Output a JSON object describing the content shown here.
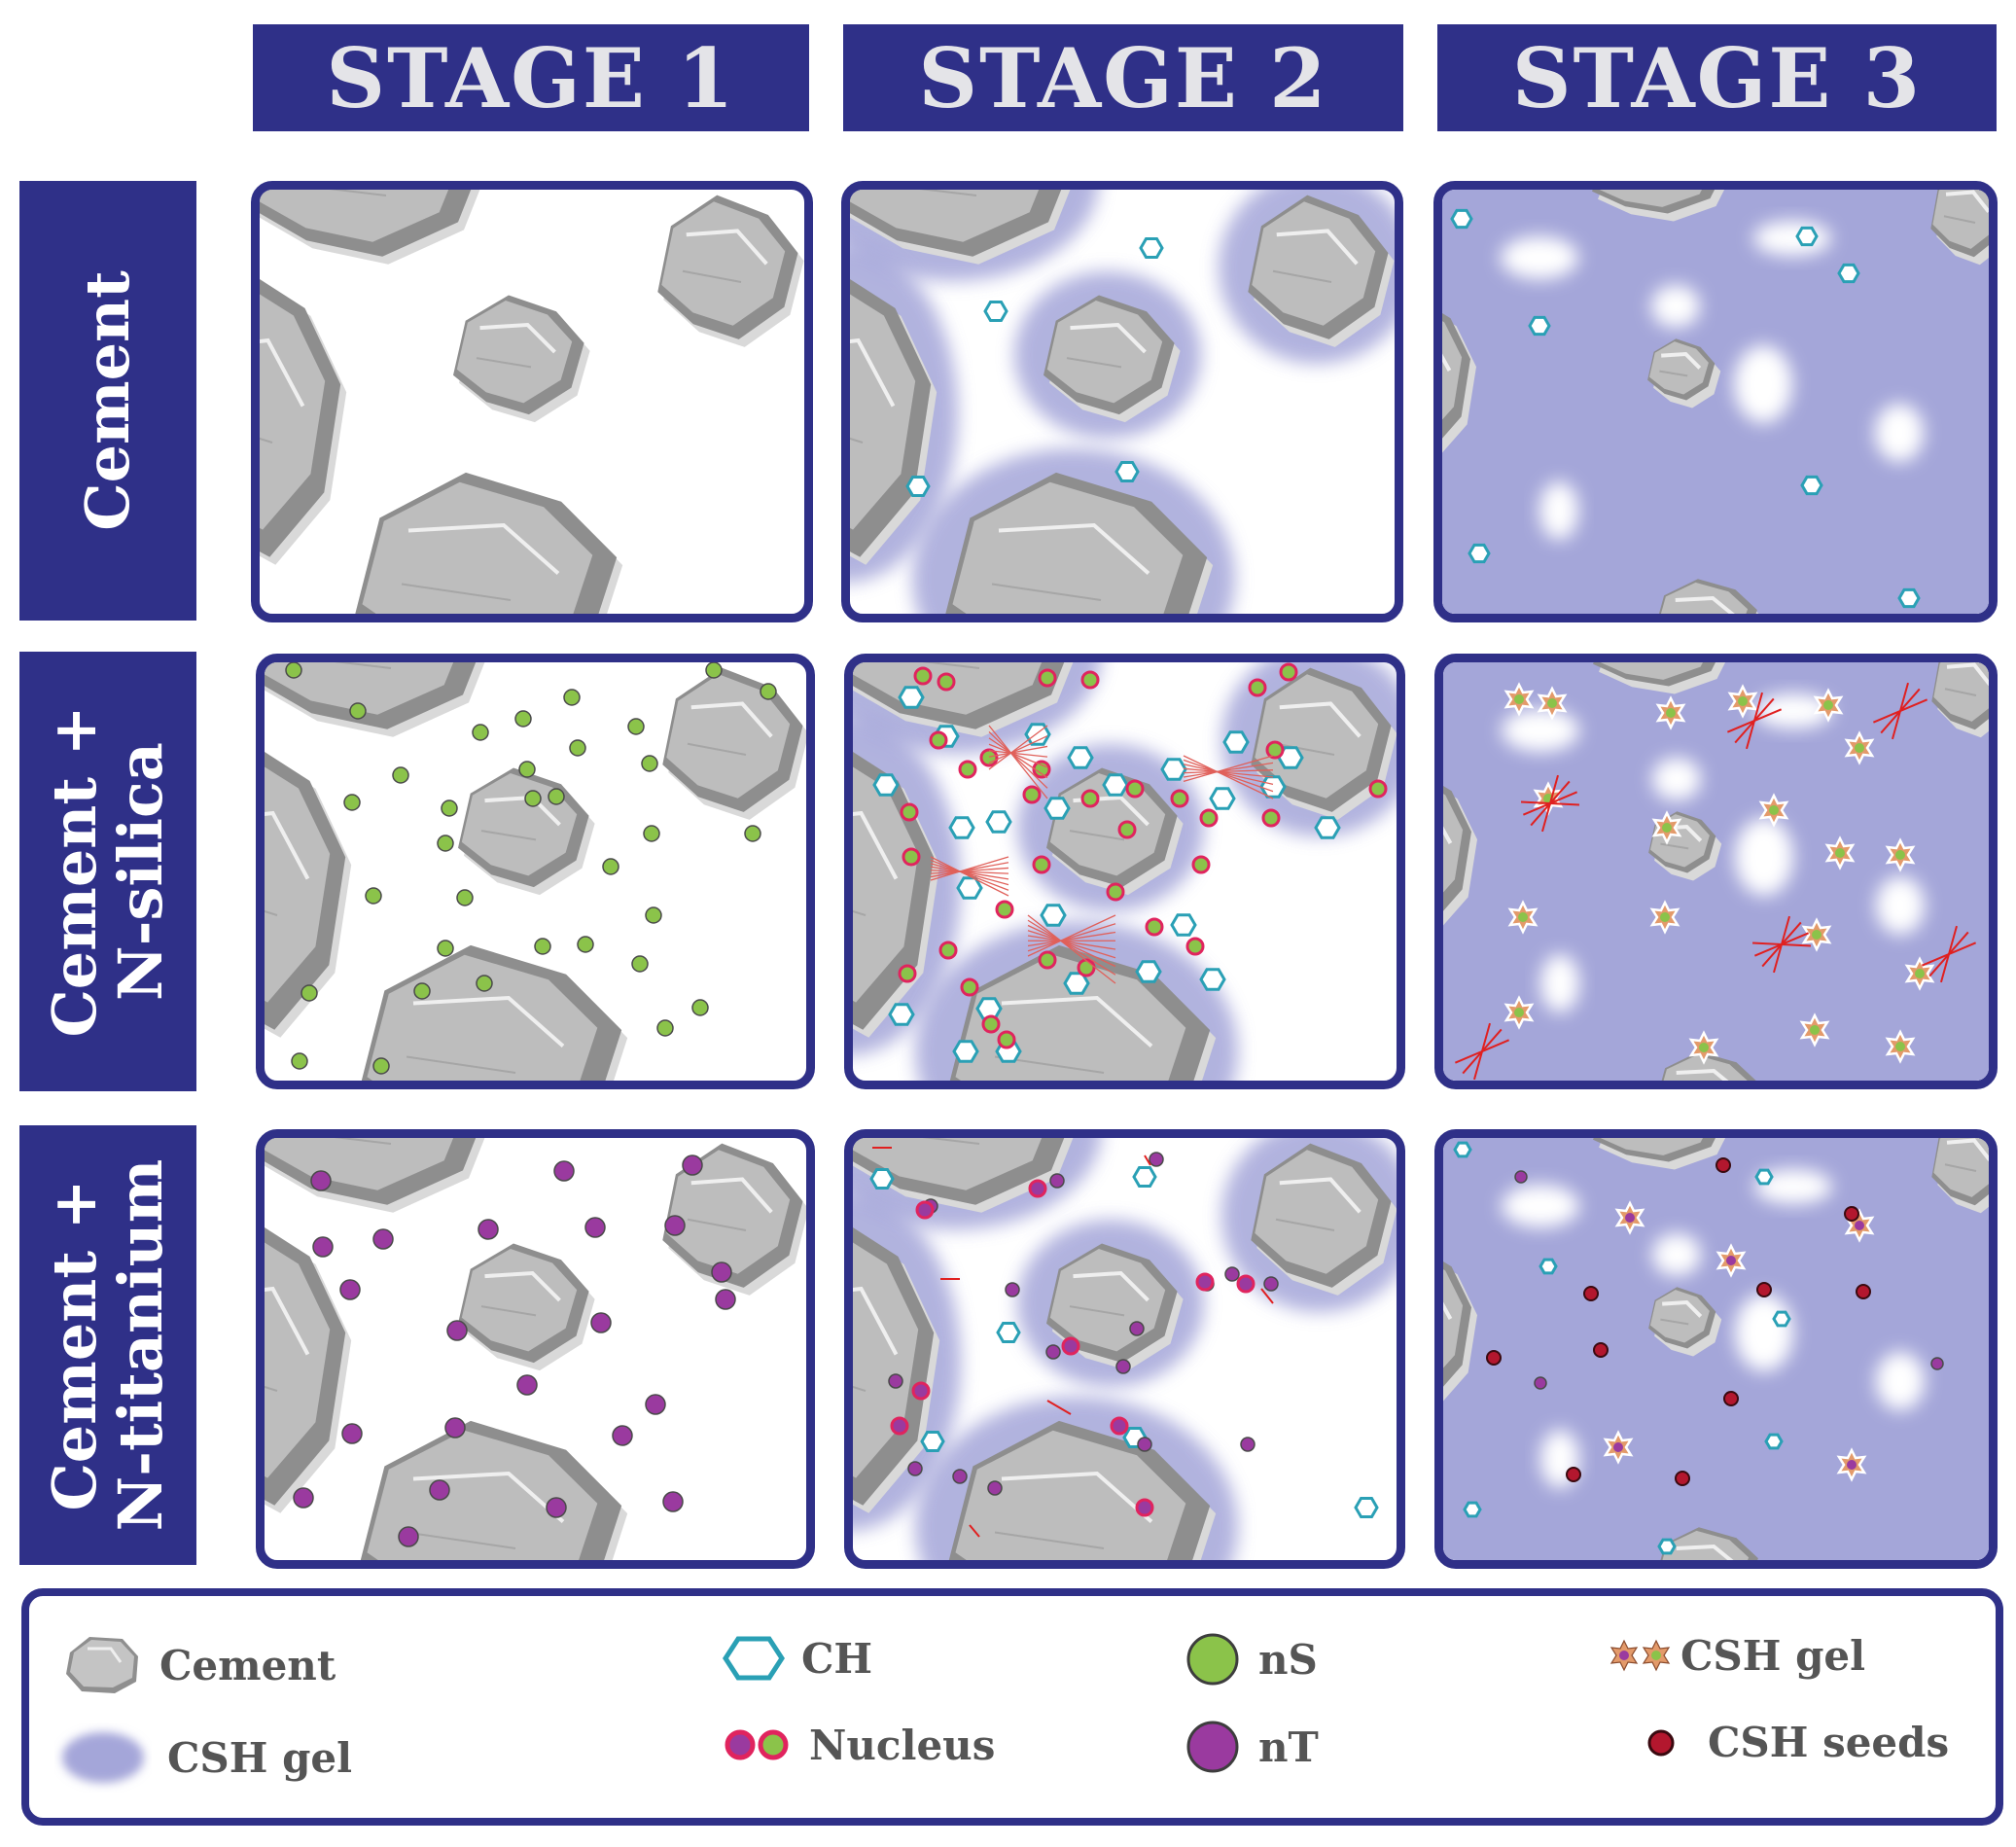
{
  "stages": [
    "STAGE 1",
    "STAGE 2",
    "STAGE 3"
  ],
  "rows": [
    {
      "line1": "Cement",
      "line2": ""
    },
    {
      "line1": "Cement +",
      "line2": "N-silica"
    },
    {
      "line1": "Cement +",
      "line2": "N-titanium"
    }
  ],
  "legend": {
    "cement": "Cement",
    "csh_gel_region": "CSH gel",
    "ch": "CH",
    "nucleus": "Nucleus",
    "ns": "nS",
    "nt": "nT",
    "csh_gel": "CSH gel",
    "csh_seeds": "CSH seeds"
  },
  "colors": {
    "frame": "#2f3088",
    "csh_gel": "#a4a6d9",
    "cement": "#bdbdbd",
    "ch": "#2aa0b5",
    "ns": "#8bc34a",
    "nt": "#9a3a9f",
    "nucleus": "#e0245e",
    "csh_seed": "#b3172e"
  }
}
